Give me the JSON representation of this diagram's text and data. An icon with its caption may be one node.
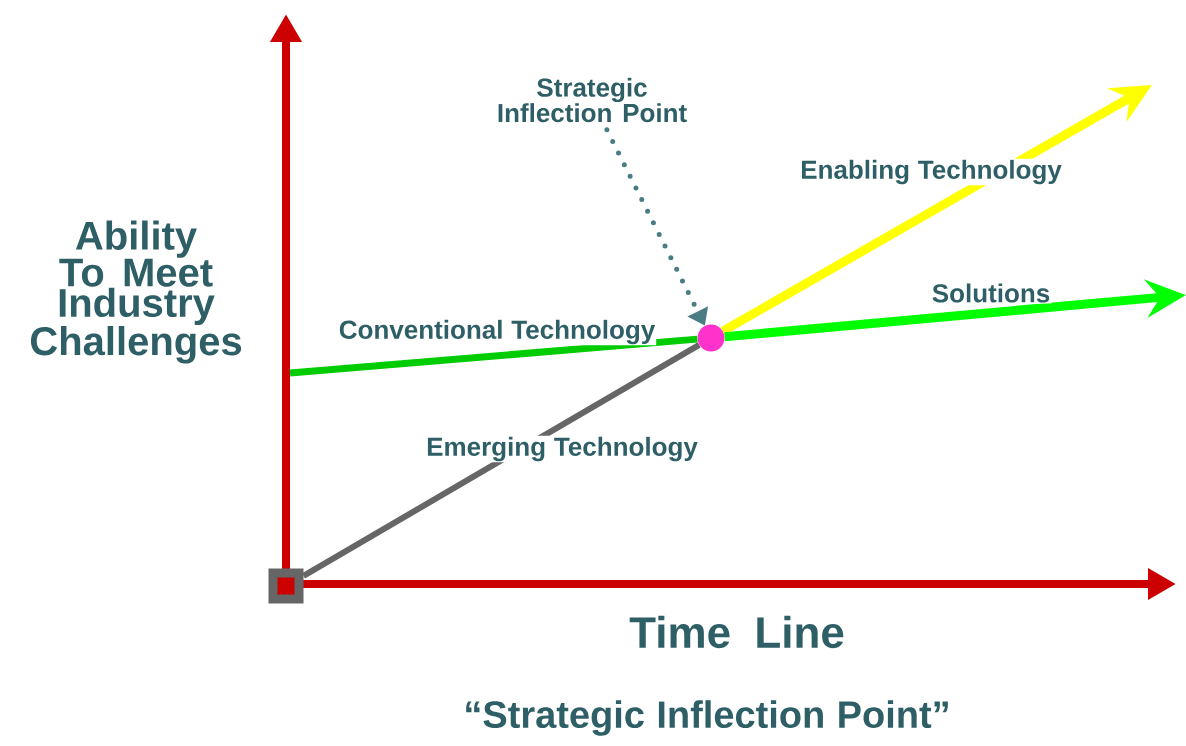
{
  "diagram": {
    "caption": "“Strategic Inflection Point”",
    "nodes": [
      {
        "text": [
          "Strategic Inflection Point"
        ]
      },
      {
        "text": [],
        "shape": "circle"
      },
      {
        "text": [],
        "shape": "box"
      }
    ],
    "edges": [
      {
        "from": 0,
        "to": 1,
        "arrow": "to",
        "style": "dashed",
        "color": "#4a7c84"
      },
      {
        "from": null,
        "to": 1,
        "arrow": "none",
        "label": "Conventional Technology",
        "color": "#00cc00"
      },
      {
        "from": 2,
        "to": 1,
        "arrow": "none",
        "label": "Emerging Technology",
        "color": "#666666"
      },
      {
        "from": 1,
        "to": null,
        "arrow": "to",
        "label": "Enabling Technology",
        "color": "#ffff00"
      },
      {
        "from": 1,
        "to": null,
        "arrow": "to",
        "label": "Solutions",
        "color": "#00ff00"
      }
    ],
    "labels": [
      "Ability To Meet Industry Challenges",
      "Time Line"
    ]
  }
}
